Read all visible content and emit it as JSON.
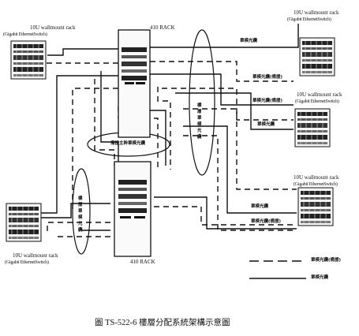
{
  "racks": {
    "wall_top_left": {
      "title": "10U wallmount rack",
      "subtitle": "(Gigabit EthernetSwitch)"
    },
    "rack_410_top": {
      "title": "410 RACK"
    },
    "rack_410_bottom": {
      "title": "410 RACK"
    },
    "wall_top_right": {
      "title": "10U wallmount rack",
      "subtitle": "(Gigabit EthernetSwitch)"
    },
    "wall_mid_right": {
      "title": "10U wallmount rack",
      "subtitle": "(Gigabit EthernetSwitch)"
    },
    "wall_bottom_right": {
      "title": "10U wallmount rack",
      "subtitle": "(Gigabit EthernetSwitch)"
    },
    "wall_bottom_left": {
      "title": "10U wallmount rack",
      "subtitle": "(Gigabit EthernetSwitch)"
    }
  },
  "cable_labels": {
    "c1": "單模光纜",
    "c2": "單模光纜(備援)",
    "c3": "單模光纜(備援)",
    "c4": "單模光纜",
    "c5": "單模光纜",
    "c6": "單模光纜(備援)"
  },
  "groups": {
    "center": "備援主幹單模光纜",
    "right_vertical": "樓層單模光纜",
    "left_vertical": "樓層單模光纜"
  },
  "legend": {
    "dashed": "單模光纜(備援)",
    "solid": "單模光纜"
  },
  "caption": "圖 TS-522-6  樓層分配系統架構示意圖"
}
